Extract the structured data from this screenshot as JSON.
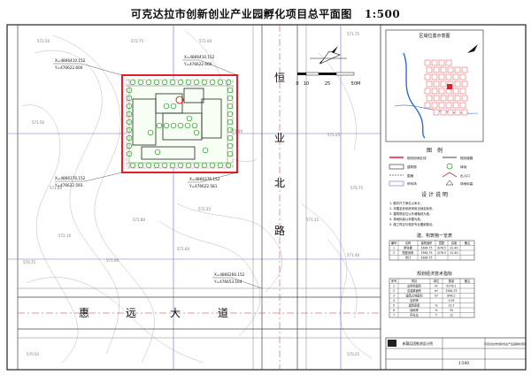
{
  "title": "可克达拉市创新创业产业园孵化项目总平面图",
  "scale_text": "1:500",
  "roads": {
    "vertical_name": [
      "恒",
      "业",
      "北",
      "路"
    ],
    "horizontal_name": [
      "惠",
      "远",
      "大",
      "道"
    ]
  },
  "scale_bar": {
    "labels": [
      "0",
      "10",
      "25",
      "50M"
    ]
  },
  "coordinates": {
    "nw": [
      "X=4866410.152",
      "Y=476622.600"
    ],
    "ne": [
      "X=4866410.152",
      "Y=476622.600"
    ],
    "sw": [
      "X=4866376.152",
      "Y=476622.593"
    ],
    "se": [
      "X=4866376.152",
      "Y=476622.581"
    ],
    "road": [
      "X=4866260.152",
      "Y=476653.164"
    ]
  },
  "elevations": [
    "572.50",
    "572.75",
    "572.00",
    "571.75",
    "571.50",
    "571.25",
    "571.00",
    "570.75",
    "571.80",
    "572.25",
    "571.15",
    "572.10",
    "571.40",
    "571.00",
    "570.75",
    "571.60",
    "571.80",
    "570.50",
    "570.25"
  ],
  "right_panel": {
    "location_map_title": "区域位置示意图",
    "legend_title": "图　例",
    "legend_items": [
      "规划用地红线",
      "规划道路",
      "建筑物",
      "绿地",
      "围墙",
      "出入口",
      "停车场",
      "场地标高"
    ],
    "design_notes_title": "设 计 说 明",
    "design_notes": [
      "1. 图中尺寸单位以米计。",
      "2. 本图坐标系统采用当地坐标系。",
      "3. 建筑物定位以外墙轴线为准。",
      "4. 场地标高以本图为准。",
      "5. 施工时应与相关专业图纸配合。"
    ],
    "building_table_title": "建、构筑物一览表",
    "building_table": {
      "headers": [
        "编号",
        "名称",
        "建筑面积",
        "层数",
        "高度",
        "备注"
      ],
      "rows": [
        [
          "1",
          "孵化楼",
          "3384.75",
          "4/76.5",
          "22.40",
          ""
        ],
        [
          "2",
          "配套用房",
          "3384.75",
          "4/76.5",
          "22.40",
          ""
        ],
        [
          "",
          "合计",
          "3384.75",
          "",
          "",
          ""
        ]
      ]
    },
    "indicator_table_title": "规划经济技术指标",
    "indicator_table": {
      "headers": [
        "序号",
        "项目",
        "单位",
        "数量",
        "备注"
      ],
      "rows": [
        [
          "1",
          "总用地面积",
          "m²",
          "6176.1",
          ""
        ],
        [
          "2",
          "总建筑面积",
          "m²",
          "3384.75",
          ""
        ],
        [
          "3",
          "建筑占地面积",
          "m²",
          "846.2",
          ""
        ],
        [
          "4",
          "容积率",
          "",
          "0.55",
          ""
        ],
        [
          "5",
          "建筑密度",
          "%",
          "13.7",
          ""
        ],
        [
          "6",
          "绿地率",
          "%",
          "35",
          ""
        ],
        [
          "7",
          "停车位",
          "个",
          "12",
          ""
        ]
      ]
    }
  },
  "title_block": {
    "company": "新疆兵团勘测设计院",
    "scale": "1:500",
    "project": "可克达拉市创新创业产业园孵化项目"
  }
}
